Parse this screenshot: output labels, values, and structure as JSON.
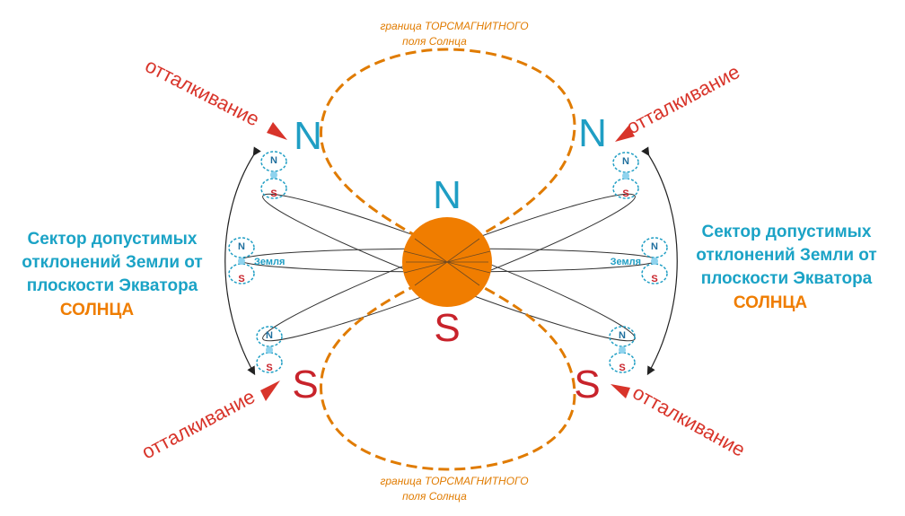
{
  "boundary_label": {
    "line1": "граница ТОРСМАГНИТНОГО",
    "line2": "поля  Солнца"
  },
  "repulsion_label": "отталкивание",
  "sector_label": {
    "line1": "Сектор допустимых",
    "line2": "отклонений Земли от",
    "line3": "плоскости Экватора",
    "line4": "СОЛНЦА"
  },
  "earth_label": "Земля",
  "pole_north": "N",
  "pole_south": "S",
  "colors": {
    "sun": "#f07d00",
    "boundary": "#e07b00",
    "north": "#1f9ec4",
    "south": "#c8232b",
    "arrow": "#d8342a",
    "sector_text": "#1ba3c6"
  }
}
